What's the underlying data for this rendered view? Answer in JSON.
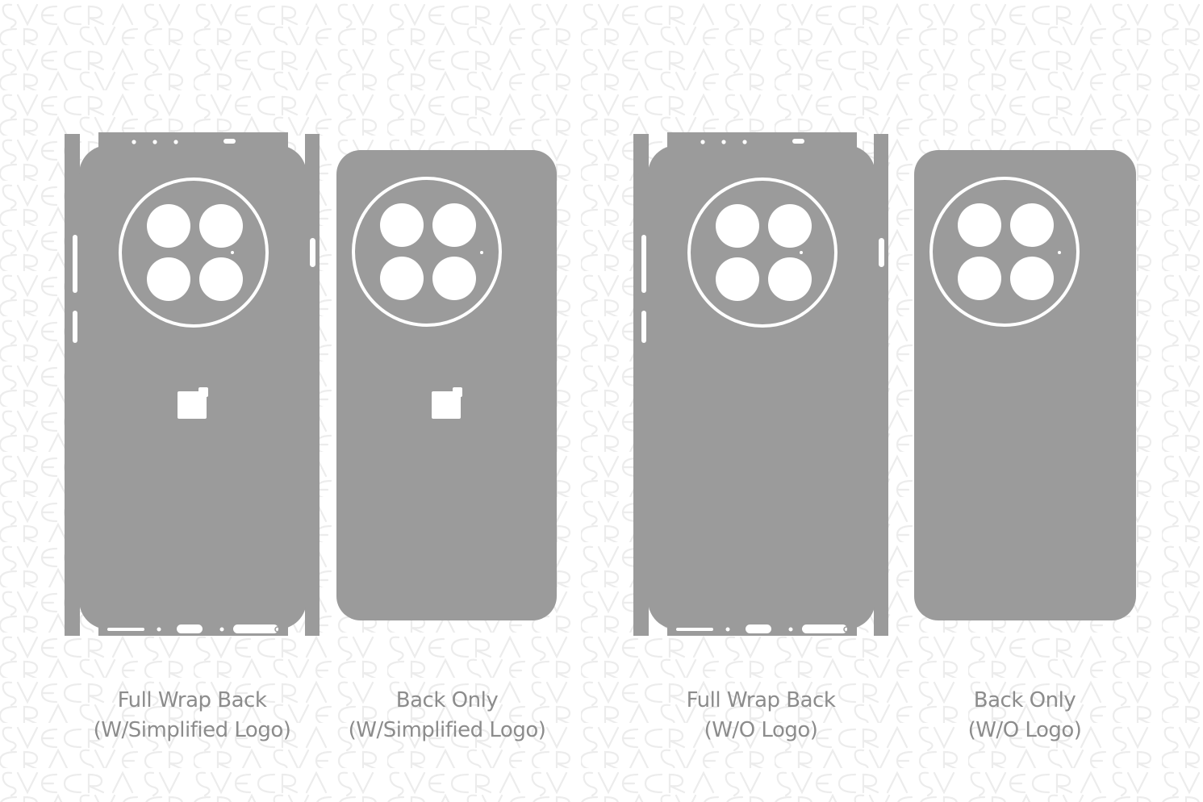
{
  "colors": {
    "background": "#ffffff",
    "skin_fill": "#9b9b9b",
    "cutout": "#ffffff",
    "caption_text": "#8c8c8c",
    "watermark": "#ececec"
  },
  "watermark": {
    "text": "SVECRA"
  },
  "templates": [
    {
      "id": "full-wrap-simplified-logo",
      "type": "full_wrap",
      "has_logo": true,
      "caption_line1": "Full Wrap Back",
      "caption_line2": "(W/Simplified Logo)"
    },
    {
      "id": "back-only-simplified-logo",
      "type": "back_only",
      "has_logo": true,
      "caption_line1": "Back Only",
      "caption_line2": "(W/Simplified Logo)"
    },
    {
      "id": "full-wrap-no-logo",
      "type": "full_wrap",
      "has_logo": false,
      "caption_line1": "Full Wrap Back",
      "caption_line2": "(W/O Logo)"
    },
    {
      "id": "back-only-no-logo",
      "type": "back_only",
      "has_logo": false,
      "caption_line1": "Back Only",
      "caption_line2": "(W/O Logo)"
    }
  ]
}
